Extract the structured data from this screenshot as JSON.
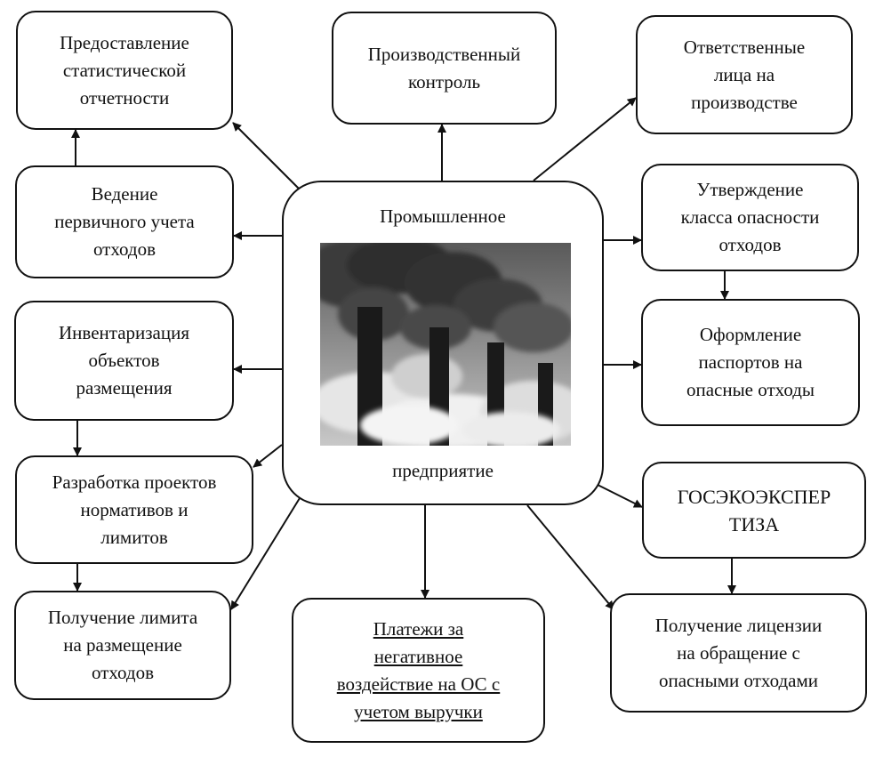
{
  "colors": {
    "stroke": "#111111",
    "background": "#ffffff"
  },
  "center": {
    "title_top": "Промышленное",
    "title_bottom": "предприятие",
    "image_icon": "factory-smokestacks-photo"
  },
  "nodes": {
    "stat_reporting": "Предоставление\nстатистической\nотчетности",
    "production_control": "Производственный\nконтроль",
    "responsible_persons": "Ответственные\nлица на\nпроизводстве",
    "primary_accounting": "Ведение\nпервичного учета\nотходов",
    "hazard_class": "Утверждение\nкласса опасности\nотходов",
    "inventory": "Инвентаризация\nобъектов\nразмещения",
    "passports": "Оформление\nпаспортов на\nопасные отходы",
    "norm_projects": "Разработка проектов\nнормативов и\nлимитов",
    "state_expertise": "ГОСЭКОЭКСПЕР\nТИЗА",
    "limit_receipt": "Получение лимита\nна размещение\nотходов",
    "payments": "Платежи за\nнегативное\nвоздействие на ОС с\nучетом выручки",
    "license": "Получение лицензии\nна обращение с\nопасными отходами"
  }
}
